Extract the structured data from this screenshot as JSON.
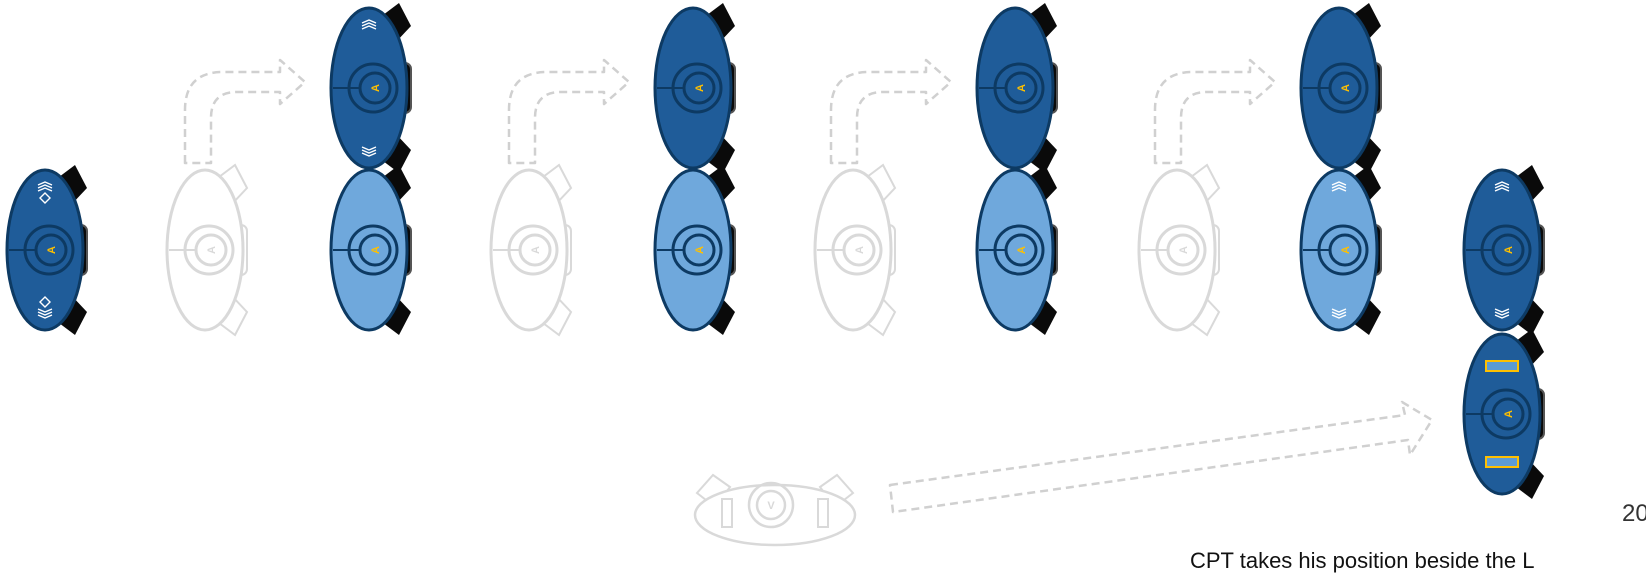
{
  "slide": {
    "page_number": "20",
    "caption": "CPT takes his position beside the L",
    "colors": {
      "officer_dark": "#1f5c99",
      "officer_light": "#6fa8dc",
      "outline": "#0d3a63",
      "ghost": "#d9d9d9",
      "arrow": "#d0d0d0",
      "rank_gold": "#ffc000"
    }
  },
  "figures": [
    {
      "name": "figure-start",
      "label": "A",
      "style": "dark",
      "chevrons": true,
      "diamonds": true
    },
    {
      "name": "figure-ghost-1",
      "label": "A",
      "style": "ghost"
    },
    {
      "name": "figure-step1-upper",
      "label": "A",
      "style": "dark",
      "chevrons": true
    },
    {
      "name": "figure-step1-lower",
      "label": "A",
      "style": "light"
    },
    {
      "name": "figure-ghost-2",
      "label": "A",
      "style": "ghost"
    },
    {
      "name": "figure-step2-upper",
      "label": "A",
      "style": "dark"
    },
    {
      "name": "figure-step2-lower",
      "label": "A",
      "style": "light"
    },
    {
      "name": "figure-ghost-3",
      "label": "A",
      "style": "ghost"
    },
    {
      "name": "figure-step3-upper",
      "label": "A",
      "style": "dark"
    },
    {
      "name": "figure-step3-lower",
      "label": "A",
      "style": "light"
    },
    {
      "name": "figure-ghost-4",
      "label": "A",
      "style": "ghost"
    },
    {
      "name": "figure-step4-upper",
      "label": "A",
      "style": "dark"
    },
    {
      "name": "figure-step4-lower",
      "label": "A",
      "style": "light",
      "chevrons": true
    },
    {
      "name": "figure-final-upper",
      "label": "A",
      "style": "dark",
      "chevrons": true
    },
    {
      "name": "figure-final-captain",
      "label": "A",
      "style": "dark",
      "bars": true
    },
    {
      "name": "figure-ghost-captain",
      "label": "V",
      "style": "ghost",
      "bars": true
    }
  ],
  "arrows": [
    {
      "name": "move-arrow-1",
      "kind": "bent"
    },
    {
      "name": "move-arrow-2",
      "kind": "bent"
    },
    {
      "name": "move-arrow-3",
      "kind": "bent"
    },
    {
      "name": "move-arrow-4",
      "kind": "bent"
    },
    {
      "name": "captain-move-arrow",
      "kind": "straight"
    }
  ]
}
